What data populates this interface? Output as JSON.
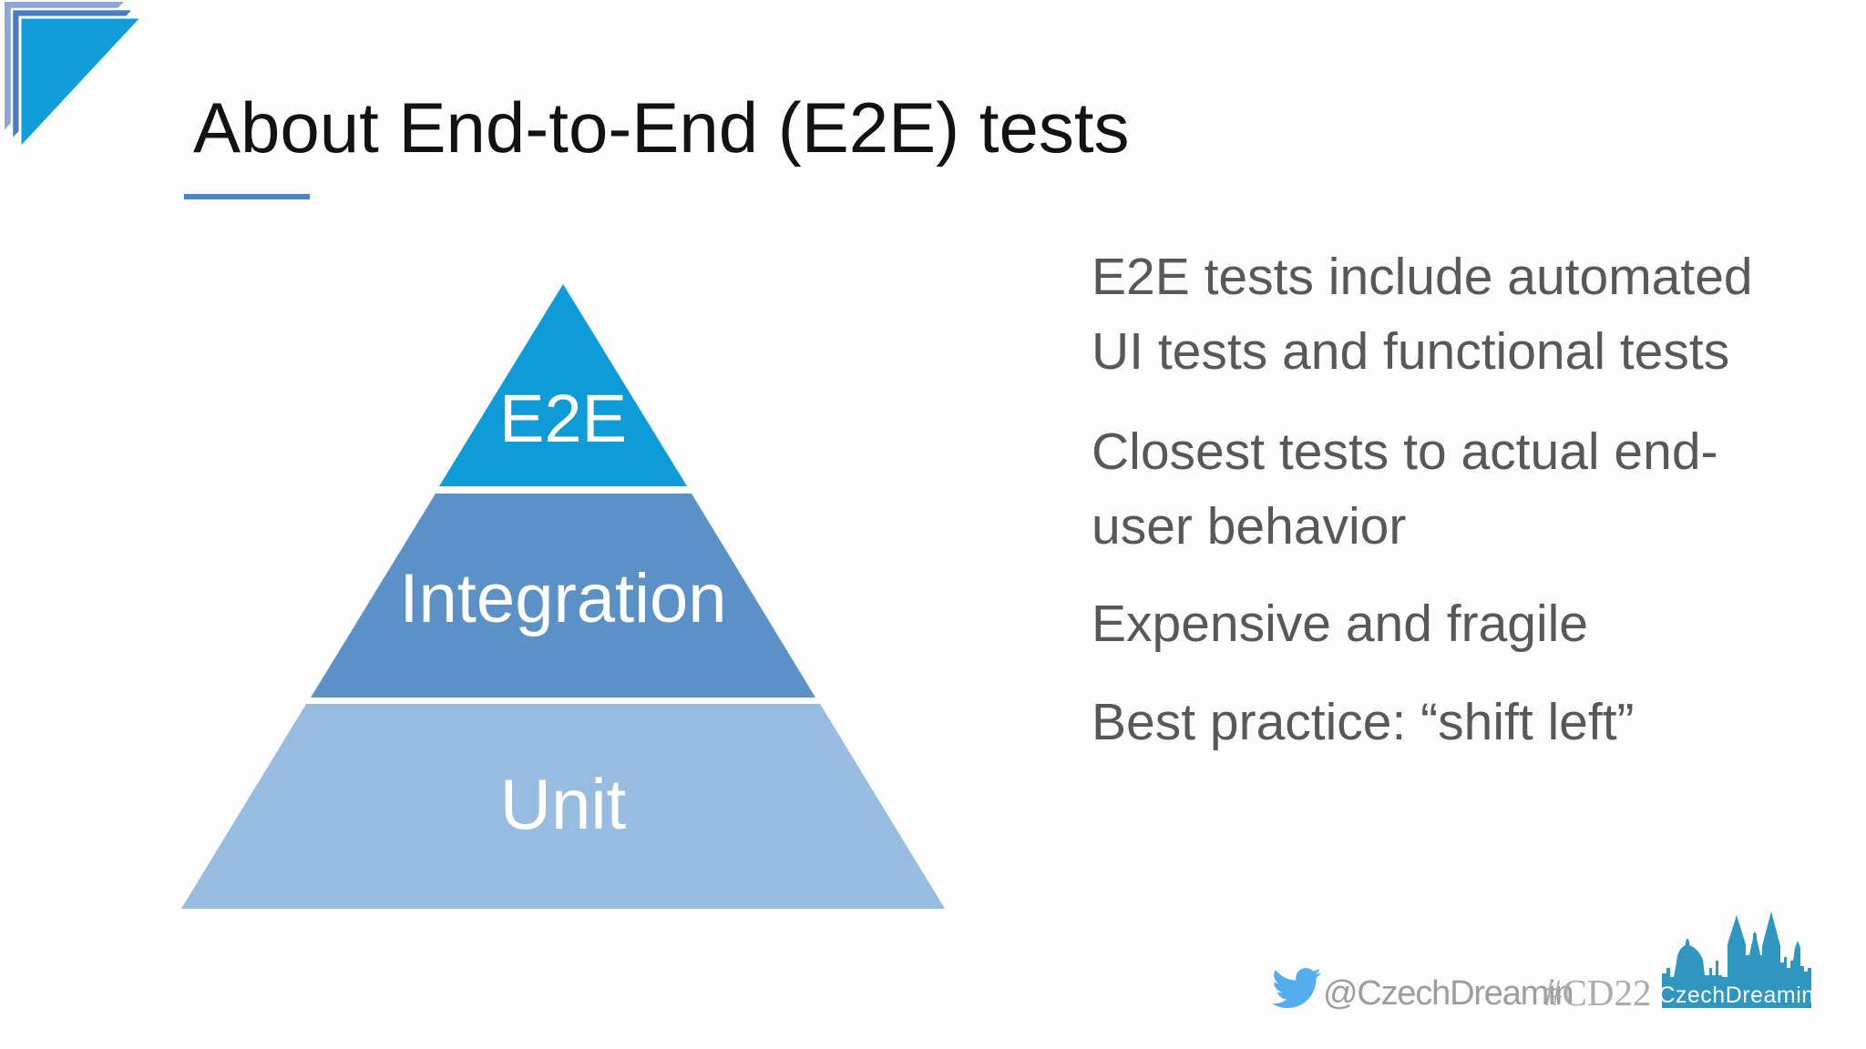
{
  "slide": {
    "background_color": "#fdfdfe"
  },
  "header": {
    "title": "About End-to-End (E2E) tests",
    "title_color": "#121212",
    "underline_color": "#4a84c4"
  },
  "corner_logo": {
    "description": "three stacked triangle pages",
    "layer_colors": [
      "#8ea6d4",
      "#4a7cc0",
      "#119cda"
    ]
  },
  "pyramid": {
    "label_color": "#ffffff",
    "layers": [
      {
        "label": "E2E",
        "color": "#0e9bd8"
      },
      {
        "label": "Integration",
        "color": "#5c91c8"
      },
      {
        "label": "Unit",
        "color": "#98bbe0"
      }
    ]
  },
  "bullets": [
    "E2E tests include automated\nUI tests and functional tests",
    "Closest tests to actual end-\nuser behavior",
    "Expensive and fragile",
    "Best practice: “shift left”"
  ],
  "footer": {
    "twitter_handle": "@CzechDreamin",
    "hashtag": "#CD22",
    "twitter_blue": "#55acee",
    "handle_color": "#9c9da0",
    "logo_label": "CzechDreamin",
    "logo_color": "#2f96c0"
  }
}
